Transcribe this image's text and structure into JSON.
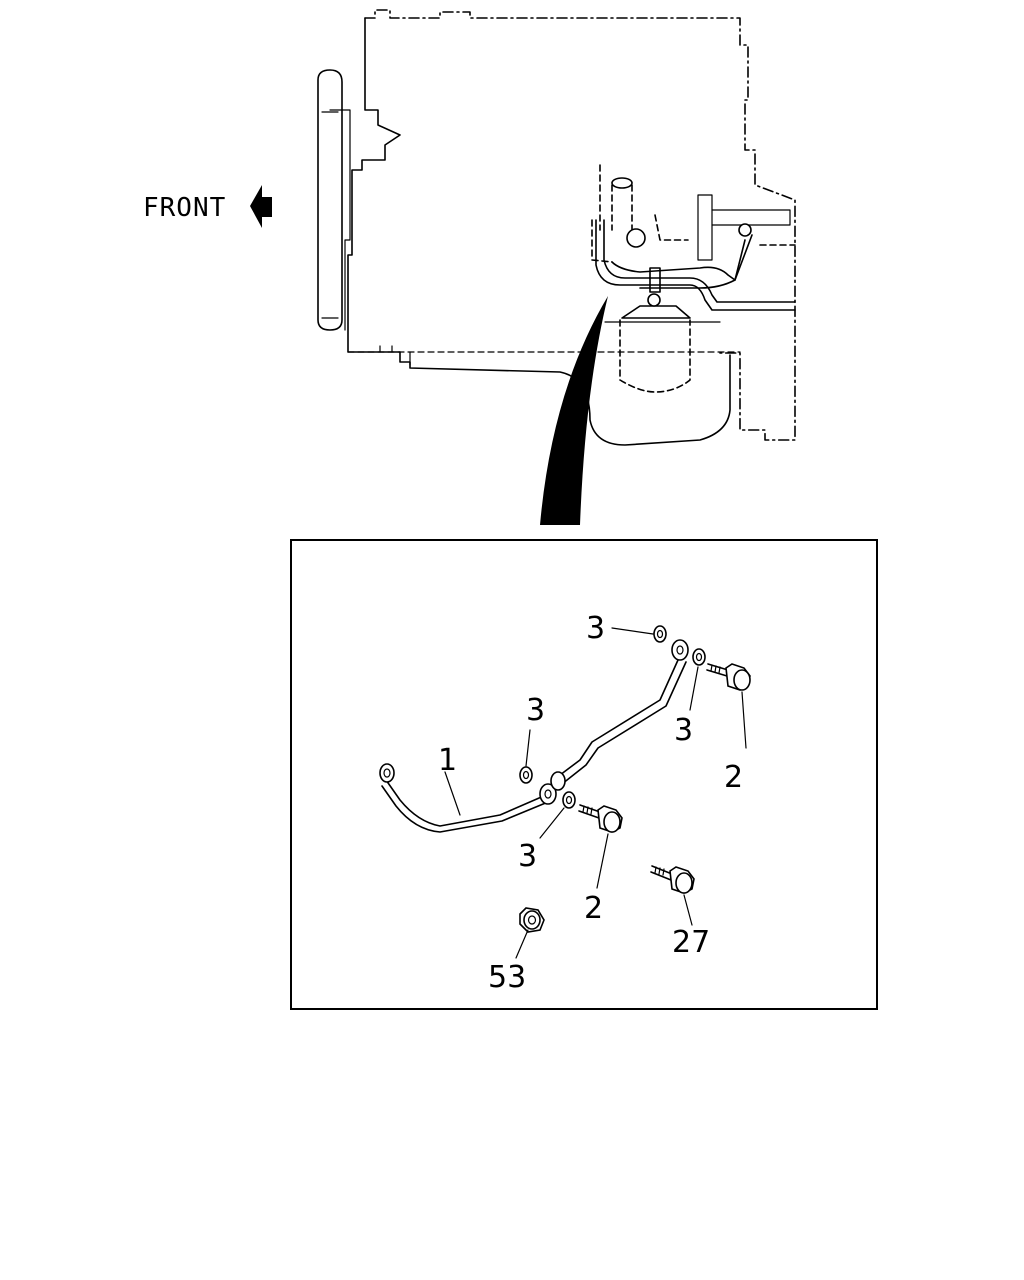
{
  "direction": {
    "label": "FRONT",
    "icon": "arrow-left-icon"
  },
  "callouts": {
    "pipe": "1",
    "bolt_upper": "2",
    "bolt_lower": "2",
    "washer_a": "3",
    "washer_b": "3",
    "washer_c": "3",
    "washer_d": "3",
    "bolt_27": "27",
    "nut_53": "53"
  }
}
